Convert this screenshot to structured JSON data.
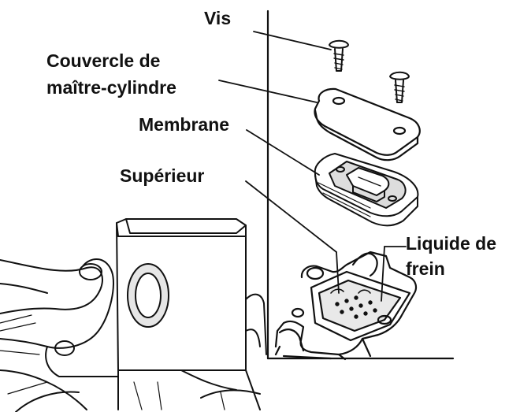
{
  "labels": {
    "screw": "Vis",
    "cover_line1": "Couvercle de",
    "cover_line2": "maître-cylindre",
    "membrane": "Membrane",
    "upper": "Supérieur",
    "fluid_line1": "Liquide de",
    "fluid_line2": "frein"
  },
  "colors": {
    "ink": "#111111",
    "paper": "#ffffff",
    "shade": "#cfcfcf"
  },
  "icons": [
    "screw-icon",
    "reservoir-cover-icon",
    "diaphragm-icon",
    "master-cylinder-body-icon",
    "brake-lever-assembly-icon"
  ]
}
